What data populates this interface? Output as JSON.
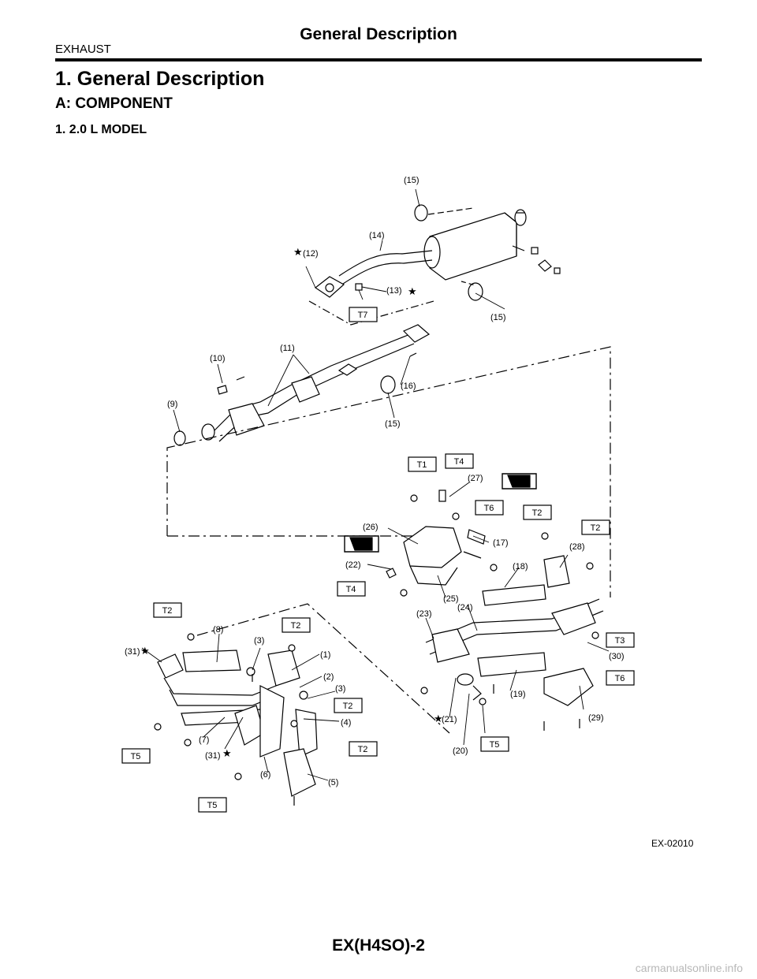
{
  "header": {
    "section": "EXHAUST",
    "title": "General Description"
  },
  "headings": {
    "h1": "1. General Description",
    "h2": "A: COMPONENT",
    "h3": "1. 2.0 L MODEL"
  },
  "figure": {
    "code": "EX-02010",
    "callouts": [
      "(15)",
      "(14)",
      "(12)",
      "(13)",
      "(15)",
      "(10)",
      "(11)",
      "(9)",
      "(16)",
      "(15)",
      "(27)",
      "(26)",
      "(17)",
      "(22)",
      "(18)",
      "(28)",
      "(25)",
      "(24)",
      "(23)",
      "(8)",
      "(3)",
      "(31)",
      "(1)",
      "(2)",
      "(3)",
      "(4)",
      "(7)",
      "(31)",
      "(6)",
      "(5)",
      "(19)",
      "(21)",
      "(20)",
      "(29)",
      "(30)"
    ],
    "torque_boxes": [
      "T7",
      "T1",
      "T4",
      "T6",
      "T2",
      "T2",
      "T4",
      "T2",
      "T2",
      "T3",
      "T6",
      "T2",
      "T2",
      "T5",
      "T5",
      "T5"
    ]
  },
  "footer": {
    "page": "EX(H4SO)-2"
  },
  "watermark": "carmanualsonline.info"
}
